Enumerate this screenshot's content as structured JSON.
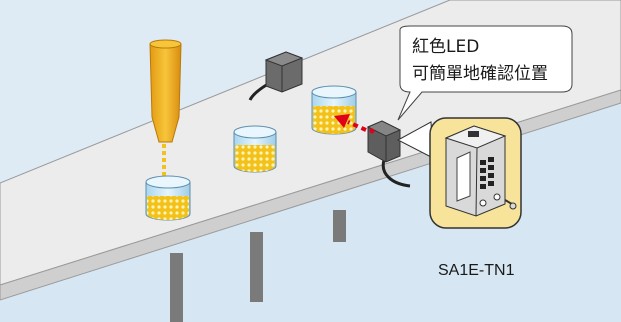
{
  "callout": {
    "line1": "紅色LED",
    "line2": "可簡單地確認位置"
  },
  "model_label": "SA1E-TN1",
  "colors": {
    "background": "#d6e6f2",
    "conveyor_top": "#ececec",
    "conveyor_front": "#cfcfcf",
    "sensor_body": "#666666",
    "led_beam": "#e0001a",
    "liquid": "#f2c21a",
    "glass": "#bfe3f5",
    "dispenser": "#f2b21c",
    "callout_fill": "#ffffff",
    "zoom_fill": "#f7e49a"
  }
}
